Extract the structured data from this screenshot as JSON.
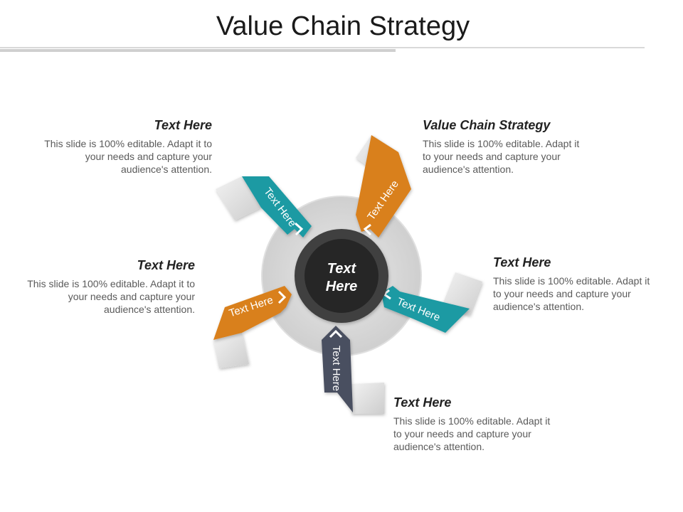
{
  "slide": {
    "title": "Value Chain Strategy"
  },
  "center": {
    "line1": "Text",
    "line2": "Here"
  },
  "arrows": [
    {
      "label": "Text Here",
      "color": "#1b9aa3"
    },
    {
      "label": "Text Here",
      "color": "#d9801f"
    },
    {
      "label": "Text Here",
      "color": "#1b9aa3"
    },
    {
      "label": "Text Here",
      "color": "#4a5060"
    },
    {
      "label": "Text Here",
      "color": "#d9801f"
    }
  ],
  "blocks": [
    {
      "heading": "Text Here",
      "body": "This slide is 100% editable. Adapt it to your needs and capture your audience's attention."
    },
    {
      "heading": "Value Chain Strategy",
      "body": "This slide is 100% editable. Adapt it to your needs and capture your audience's attention."
    },
    {
      "heading": "Text Here",
      "body": "This slide is 100% editable. Adapt it to your needs and capture your audience's attention."
    },
    {
      "heading": "Text Here",
      "body": "This slide is 100% editable. Adapt it to your needs and capture your audience's attention."
    },
    {
      "heading": "Text Here",
      "body": "This slide is 100% editable. Adapt it to your needs and capture your audience's attention."
    }
  ]
}
